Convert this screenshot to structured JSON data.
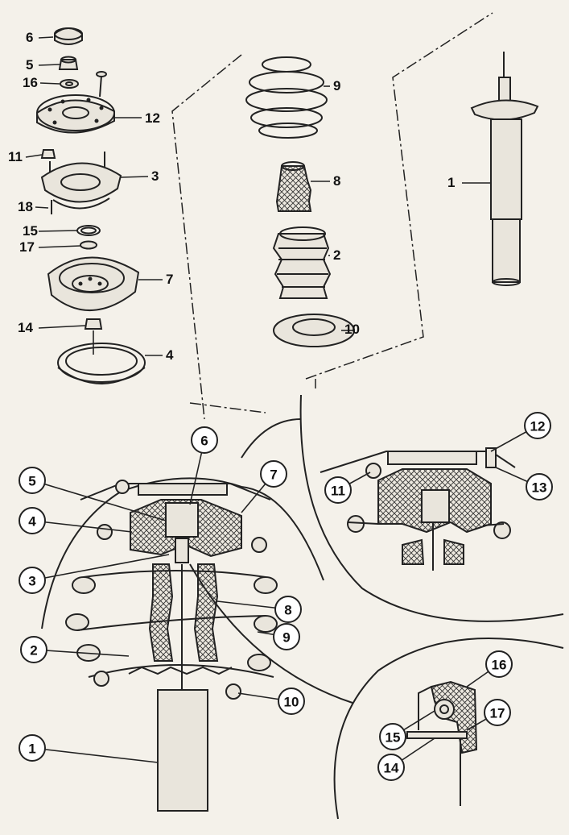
{
  "figure": {
    "exploded_labels": [
      "6",
      "5",
      "16",
      "12",
      "11",
      "3",
      "18",
      "15",
      "17",
      "7",
      "14",
      "4",
      "9",
      "8",
      "2",
      "10",
      "1"
    ],
    "section_labels": [
      "6",
      "5",
      "4",
      "3",
      "2",
      "1",
      "7",
      "8",
      "9",
      "10"
    ],
    "detail_top_labels": [
      "11",
      "12",
      "13"
    ],
    "detail_bottom_labels": [
      "16",
      "15",
      "17",
      "14"
    ]
  },
  "colors": {
    "ink": "#222222",
    "paper": "#f4f1ea",
    "fill": "#e9e5dc"
  }
}
